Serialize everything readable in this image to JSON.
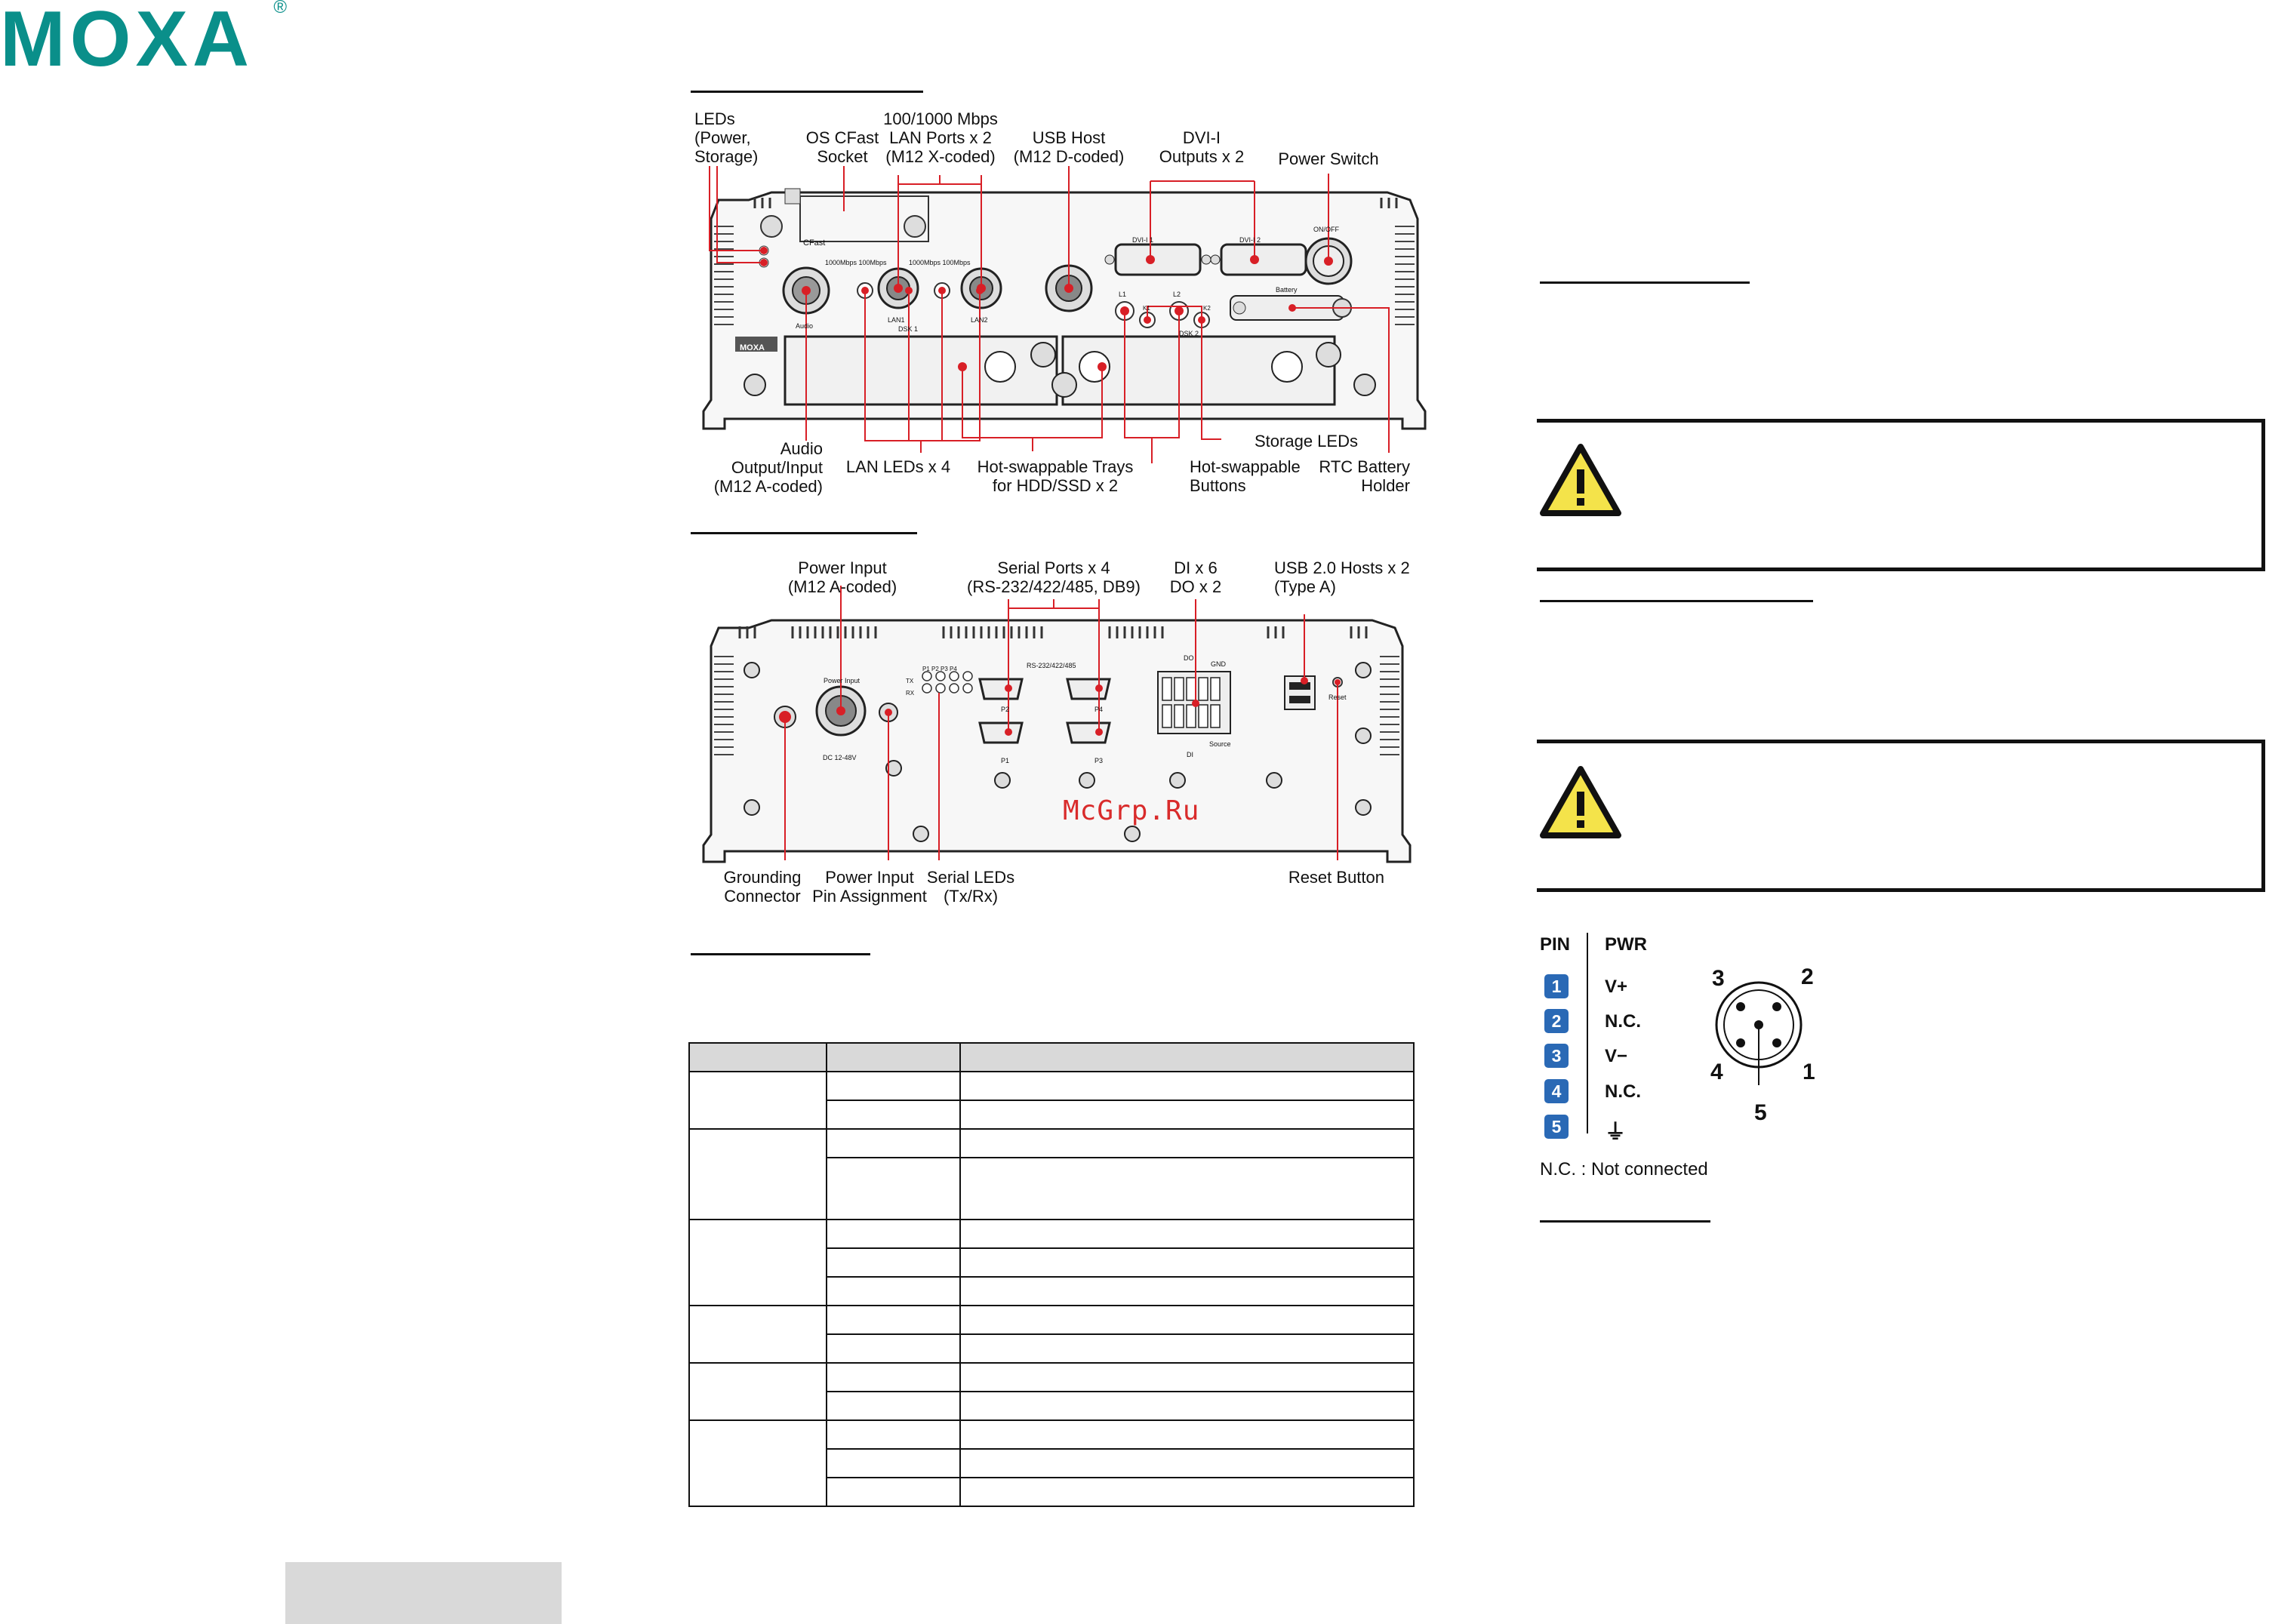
{
  "logo": {
    "text": "MOXA",
    "registered": "®"
  },
  "front_panel": {
    "callouts": {
      "leds": [
        "LEDs",
        "(Power,",
        "Storage)"
      ],
      "os_cfast": [
        "OS CFast",
        "Socket"
      ],
      "lan_ports": [
        "100/1000 Mbps",
        "LAN Ports x 2",
        "(M12 X-coded)"
      ],
      "usb_host": [
        "USB Host",
        "(M12 D-coded)"
      ],
      "dvi": [
        "DVI-I",
        "Outputs x 2"
      ],
      "power_switch": [
        "Power Switch"
      ],
      "audio": [
        "Audio",
        "Output/Input",
        "(M12 A-coded)"
      ],
      "lan_leds": [
        "LAN LEDs x 4"
      ],
      "trays": [
        "Hot-swappable Trays",
        "for HDD/SSD x 2"
      ],
      "hs_buttons": [
        "Hot-swappable",
        "Buttons"
      ],
      "storage_leds": [
        "Storage LEDs"
      ],
      "rtc_battery": [
        "RTC Battery",
        "Holder"
      ]
    },
    "panel_text": {
      "cfast": "CFast",
      "speed1": "1000Mbps 100Mbps",
      "speed2": "1000Mbps 100Mbps",
      "lan1": "LAN1",
      "lan2": "LAN2",
      "audio": "Audio",
      "dsk1": "DSK 1",
      "dsk2": "DSK 2",
      "dvi1": "DVI-I 1",
      "dvi2": "DVI-I 2",
      "onoff": "ON/OFF",
      "battery": "Battery",
      "l1": "L1",
      "l2": "L2",
      "k1": "K1",
      "k2": "K2",
      "brand": "MOXA"
    }
  },
  "rear_panel": {
    "callouts": {
      "power_input": [
        "Power Input",
        "(M12 A-coded)"
      ],
      "serial_ports": [
        "Serial Ports x 4",
        "(RS-232/422/485, DB9)"
      ],
      "dio": [
        "DI x 6",
        "DO x 2"
      ],
      "usb2": [
        "USB 2.0 Hosts x 2",
        "(Type A)"
      ],
      "grounding": [
        "Grounding",
        "Connector"
      ],
      "pin_assign": [
        "Power Input",
        "Pin Assignment"
      ],
      "serial_leds": [
        "Serial LEDs",
        "(Tx/Rx)"
      ],
      "reset": [
        "Reset Button"
      ]
    },
    "panel_text": {
      "power_input": "Power Input",
      "dc": "DC 12-48V",
      "rs": "RS-232/422/485",
      "p1": "P1",
      "p2": "P2",
      "p3": "P3",
      "p4": "P4",
      "reset": "Reset",
      "gnd": "GND",
      "source": "Source",
      "di": "DI",
      "do": "DO",
      "led_cols": "P1 P2 P3 P4",
      "tx": "TX",
      "rx": "RX"
    }
  },
  "watermark": "McGrp.Ru",
  "pin_table": {
    "headers": [
      "PIN",
      "PWR"
    ],
    "rows": [
      {
        "pin": "1",
        "signal": "V+"
      },
      {
        "pin": "2",
        "signal": "N.C."
      },
      {
        "pin": "3",
        "signal": "V−"
      },
      {
        "pin": "4",
        "signal": "N.C."
      },
      {
        "pin": "5",
        "signal": "⏚"
      }
    ],
    "connector_numbers": [
      "3",
      "2",
      "4",
      "1",
      "5"
    ],
    "note": "N.C. : Not connected"
  },
  "colors": {
    "brand": "#0a8f8a",
    "callout": "#d81f26",
    "pin_badge": "#2a69b5",
    "warning_fill": "#f4e34a"
  },
  "icons": [
    "warning-triangle-icon",
    "warning-triangle-icon"
  ]
}
